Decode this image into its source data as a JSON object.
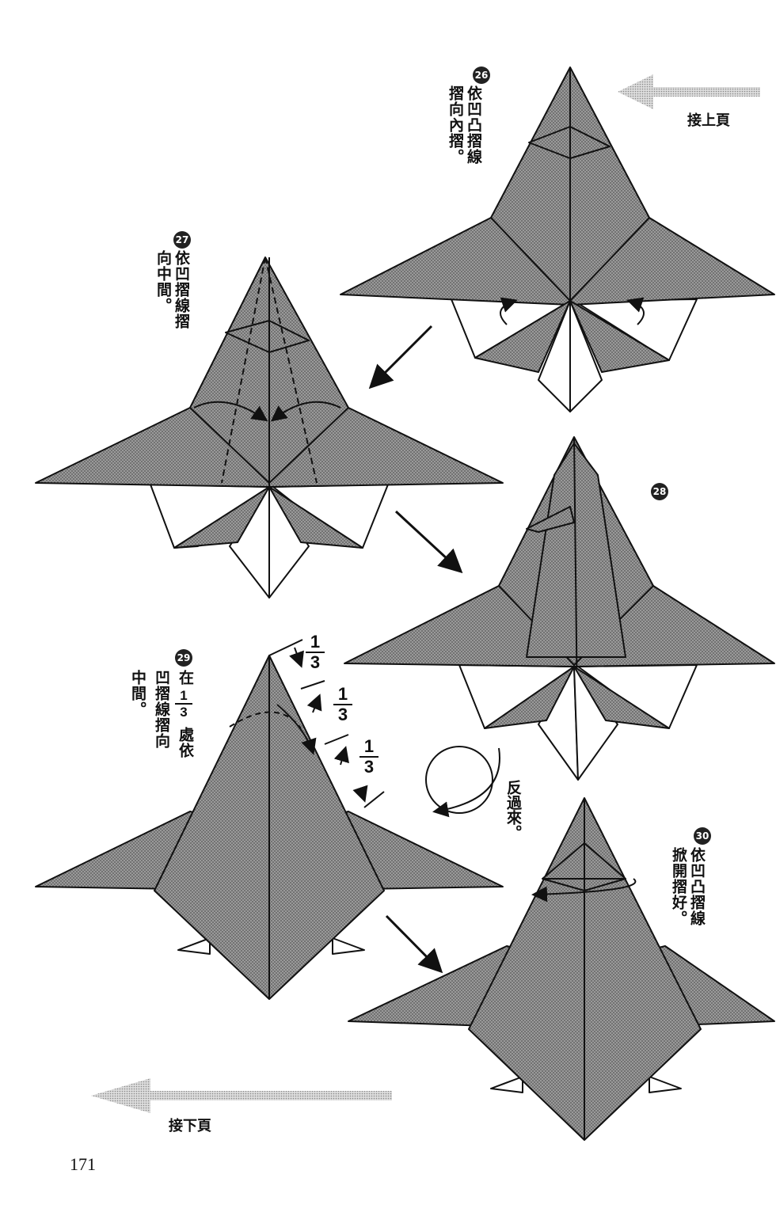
{
  "continue_from": "接上頁",
  "continue_to": "接下頁",
  "page_number": "171",
  "steps": [
    {
      "num": "26",
      "text": "依凹凸摺線\n摺向內摺。"
    },
    {
      "num": "27",
      "text": "依凹摺線摺\n向中間。"
    },
    {
      "num": "28",
      "text": ""
    },
    {
      "num": "29",
      "text_line1": "在",
      "text_line1b": "處依",
      "text_line2": "凹摺線摺向",
      "text_line3": "中間。",
      "frac_num": "1",
      "frac_den": "3"
    },
    {
      "num": "30",
      "text": "依凹凸摺線\n掀開摺好。"
    }
  ],
  "flip_label": "反過來。",
  "dimension_fractions": [
    {
      "num": "1",
      "den": "3"
    },
    {
      "num": "1",
      "den": "3"
    },
    {
      "num": "1",
      "den": "3"
    }
  ],
  "colors": {
    "paper_fill": "#8c8c8c",
    "paper_light": "#ffffff",
    "ink": "#111111"
  }
}
